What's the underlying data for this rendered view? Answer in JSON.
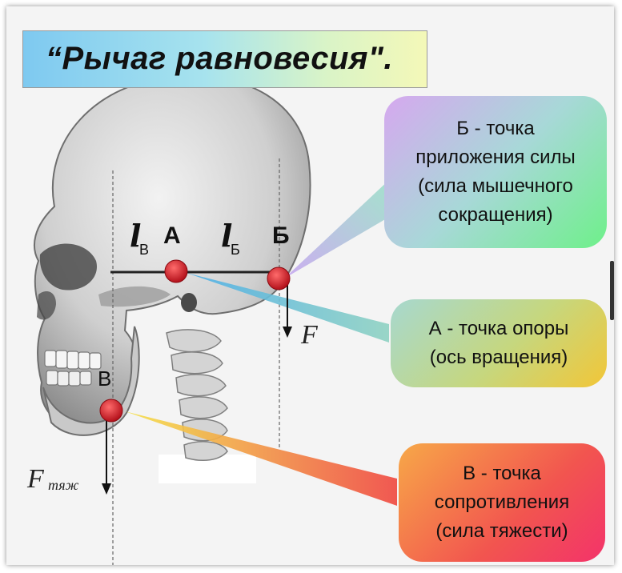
{
  "title": "“Рычаг равновесия\".",
  "points": {
    "a": "А",
    "b": "Б",
    "v": "В"
  },
  "lever_arms": {
    "left_symbol": "l",
    "left_sub": "В",
    "right_symbol": "l",
    "right_sub": "Б"
  },
  "forces": {
    "muscle": "F",
    "gravity": "F",
    "gravity_sub": "тяж"
  },
  "boxes": {
    "b": "Б  -  точка\nприложения силы\n(сила мышечного\nсокращения)",
    "a": "А -  точка опоры\n(ось вращения)",
    "v": "В -  точка\nсопротивления\n(сила тяжести)"
  },
  "colors": {
    "point_marker": "#d8202a",
    "box_b_gradient": [
      "#d6a8ef",
      "#6ef08a"
    ],
    "box_a_gradient": [
      "#a7d8cf",
      "#f2c637"
    ],
    "box_v_gradient": [
      "#f7a848",
      "#f3336a"
    ]
  }
}
